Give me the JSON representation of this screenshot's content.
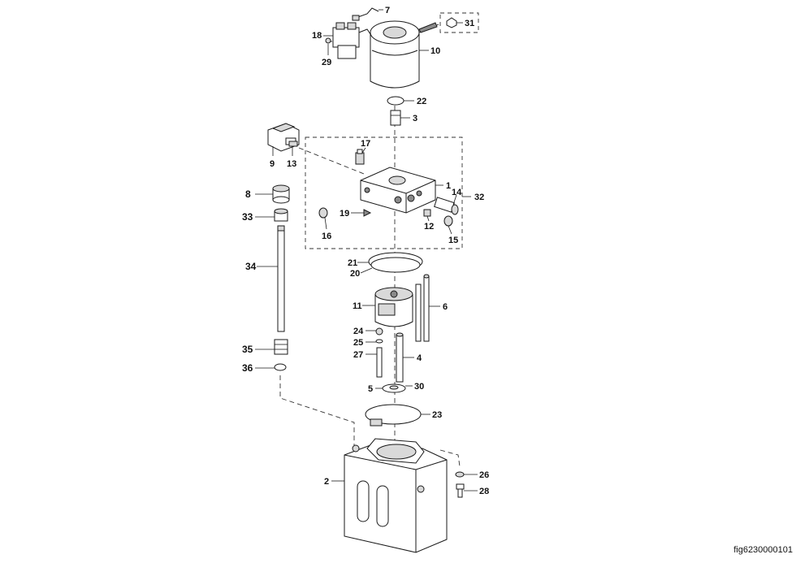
{
  "figure_id": "fig6230000101",
  "callouts": {
    "c1": "1",
    "c2": "2",
    "c3": "3",
    "c4": "4",
    "c5": "5",
    "c6": "6",
    "c7": "7",
    "c8": "8",
    "c9": "9",
    "c10": "10",
    "c11": "11",
    "c12": "12",
    "c13": "13",
    "c14": "14",
    "c15": "15",
    "c16": "16",
    "c17": "17",
    "c18": "18",
    "c19": "19",
    "c20": "20",
    "c21": "21",
    "c22": "22",
    "c23": "23",
    "c24": "24",
    "c25": "25",
    "c26": "26",
    "c27": "27",
    "c28": "28",
    "c29": "29",
    "c30": "30",
    "c31": "31",
    "c32": "32",
    "c33": "33",
    "c34": "34",
    "c35": "35",
    "c36": "36"
  }
}
